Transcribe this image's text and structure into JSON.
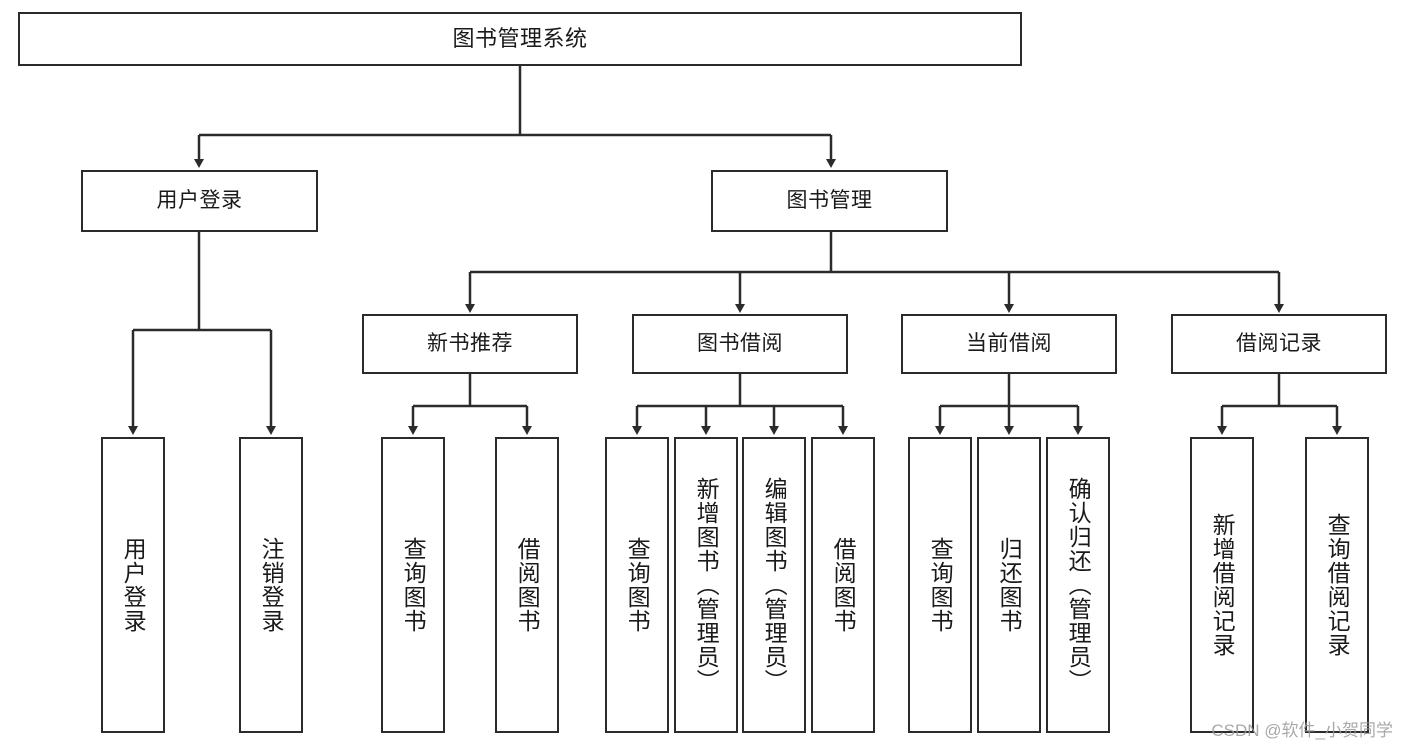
{
  "diagram": {
    "title": "图书管理系统",
    "type": "function-structure-tree",
    "background": "#ffffff",
    "line_color": "#2b2b2b",
    "text_color": "#1a1a1a"
  },
  "root": {
    "label": "图书管理系统"
  },
  "level2": [
    {
      "label": "用户登录"
    },
    {
      "label": "图书管理"
    }
  ],
  "level3": [
    {
      "label": "新书推荐"
    },
    {
      "label": "图书借阅"
    },
    {
      "label": "当前借阅"
    },
    {
      "label": "借阅记录"
    }
  ],
  "leaves": {
    "user_login": [
      {
        "label": "用户登录"
      },
      {
        "label": "注销登录"
      }
    ],
    "new_book_recommend": [
      {
        "label": "查询图书"
      },
      {
        "label": "借阅图书"
      }
    ],
    "book_borrow": [
      {
        "label": "查询图书"
      },
      {
        "label": "新增图书（管理员）"
      },
      {
        "label": "编辑图书（管理员）"
      },
      {
        "label": "借阅图书"
      }
    ],
    "current_borrow": [
      {
        "label": "查询图书"
      },
      {
        "label": "归还图书"
      },
      {
        "label": "确认归还（管理员）"
      }
    ],
    "borrow_record": [
      {
        "label": "新增借阅记录"
      },
      {
        "label": "查询借阅记录"
      }
    ]
  },
  "watermark": {
    "text": "CSDN @软件_小贺同学"
  }
}
